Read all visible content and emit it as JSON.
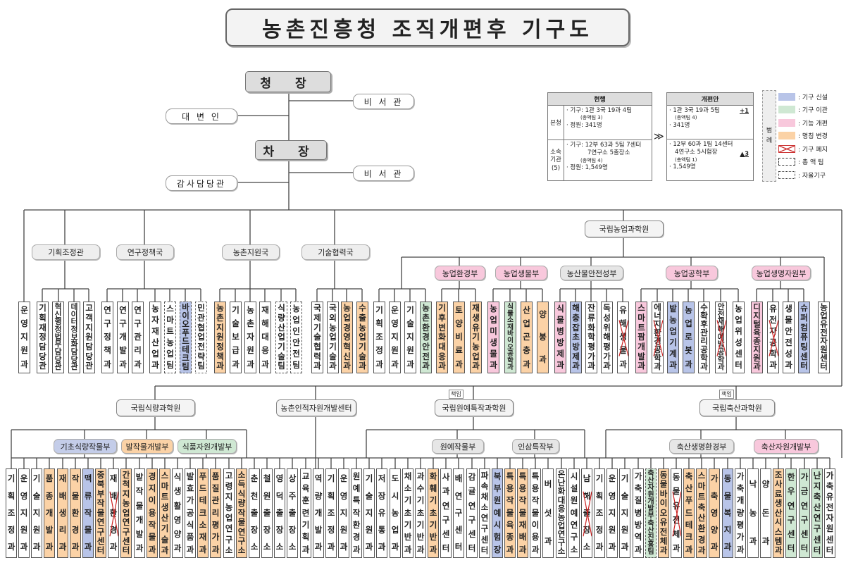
{
  "title": "농촌진흥청 조직개편후 기구도",
  "top": {
    "chief": "청 장",
    "deputy": "차 장",
    "spokes": "대 변 인",
    "sec1": "비 서 관",
    "sec2": "비 서 관",
    "audit": "감사담당관"
  },
  "summary": {
    "current_header": "현행",
    "plan_header": "개편안",
    "hq_label": "본청",
    "affil_label": "소속\n기관\n(5)",
    "cur_hq_1": "· 기구: 1관 3국 19과 4팀",
    "cur_hq_2": "(총액팀 3)",
    "cur_hq_3": "· 정원: 341명",
    "cur_af_1": "· 기구: 12부 63과 5팀 7센터",
    "cur_af_2": "7연구소 5출장소",
    "cur_af_3": "(총액팀 4)",
    "cur_af_4": "· 정원: 1,549명",
    "arrow": "≫",
    "plan_hq_1": "· 1관 3국 19과 5팀",
    "plan_hq_d": "+1",
    "plan_hq_2": "(총액팀 4)",
    "plan_hq_3": "· 341명",
    "plan_af_1": "· 12부 60과 1팀 14센터",
    "plan_af_2": "4연구소 5시험장",
    "plan_af_d": "▲3",
    "plan_af_3": "(총액팀 1)",
    "plan_af_4": "· 1,549명"
  },
  "legend": {
    "title": "범\n례",
    "items": [
      {
        "label": ": 기구 신설",
        "color": "#b8c4e8"
      },
      {
        "label": ": 기구 이관",
        "color": "#cfe8d3"
      },
      {
        "label": ": 기능 개편",
        "color": "#f8c8dc"
      },
      {
        "label": ": 명칭 변경",
        "color": "#fbd2a6"
      },
      {
        "label": ": 기구 폐지",
        "color": "cross"
      },
      {
        "label": ": 총 액 팀",
        "color": "dash"
      },
      {
        "label": ": 자율기구",
        "color": "dot"
      }
    ]
  },
  "hq_groups": {
    "plan": "기획조정관",
    "research": "연구정책국",
    "rural": "농촌지원국",
    "tech": "기술협력국",
    "nias": "국립농업과학원",
    "n_env": "농업환경부",
    "n_bio": "농업생물부",
    "n_safety": "농산물안전성부",
    "n_eng": "농업공학부",
    "n_res": "농업생명자원부"
  },
  "bottom_groups": {
    "food": "국립식량과학원",
    "hrd": "농촌인적자원개발센터",
    "hort": "국립원예특작과학원",
    "animal": "국립축산과학원",
    "f_basic": "기초식량작물부",
    "f_crop": "발작물개발부",
    "f_res": "식품자원개발부",
    "h_hort": "원예작물부",
    "h_gin": "인삼특작부",
    "a_env": "축산생명환경부",
    "a_dev": "축산자원개발부",
    "badge1": "책임",
    "badge2": "책임"
  },
  "top_units": [
    {
      "t": "운영지원과",
      "c": ""
    },
    {
      "t": "기획재정담당관",
      "c": ""
    },
    {
      "t": "혁신행정법무담당관",
      "c": ""
    },
    {
      "t": "데이터정보화담당관",
      "c": ""
    },
    {
      "t": "고객지원담당관",
      "c": ""
    },
    {
      "t": "연구정책과",
      "c": ""
    },
    {
      "t": "연구개발과",
      "c": ""
    },
    {
      "t": "연구관리과",
      "c": ""
    },
    {
      "t": "농자재산업과",
      "c": ""
    },
    {
      "t": "스마트농업팀",
      "c": "dash"
    },
    {
      "t": "바이오푸드테크팀",
      "c": "blue dash"
    },
    {
      "t": "민관협업전략팀",
      "c": "dot"
    },
    {
      "t": "농촌지원정책과",
      "c": "orange"
    },
    {
      "t": "기술보급과",
      "c": ""
    },
    {
      "t": "농촌자원과",
      "c": ""
    },
    {
      "t": "재해대응과",
      "c": ""
    },
    {
      "t": "식량산업기술팀",
      "c": "dash"
    },
    {
      "t": "농업인안전팀",
      "c": "dash"
    },
    {
      "t": "국제기술협력과",
      "c": ""
    },
    {
      "t": "국외농업기술과",
      "c": ""
    },
    {
      "t": "농업경영혁신과",
      "c": "orange"
    },
    {
      "t": "수출농업기술과",
      "c": "orange"
    },
    {
      "t": "기획조정과",
      "c": ""
    },
    {
      "t": "운영지원과",
      "c": ""
    },
    {
      "t": "기술지원과",
      "c": ""
    },
    {
      "t": "농촌환경안전과",
      "c": "green"
    },
    {
      "t": "기후변화대응과",
      "c": "orange"
    },
    {
      "t": "토양비료과",
      "c": "orange"
    },
    {
      "t": "재생유기농업과",
      "c": "orange"
    },
    {
      "t": "농업미생물과",
      "c": "pink"
    },
    {
      "t": "식물소재바이오공학과",
      "c": "green"
    },
    {
      "t": "산업곤충과",
      "c": "orange"
    },
    {
      "t": "양봉과",
      "c": "orange"
    },
    {
      "t": "식물병방제과",
      "c": "pink"
    },
    {
      "t": "해충잡초방제과",
      "c": "blue"
    },
    {
      "t": "잔류화학평가과",
      "c": ""
    },
    {
      "t": "독성위해평가과",
      "c": ""
    },
    {
      "t": "유해생물과",
      "c": "x"
    },
    {
      "t": "스마트팜개발과",
      "c": "pink"
    },
    {
      "t": "에너지환경공학과",
      "c": "x"
    },
    {
      "t": "밭농업기계과",
      "c": "blue"
    },
    {
      "t": "농업로봇과",
      "c": "blue"
    },
    {
      "t": "수확후관리공학과",
      "c": ""
    },
    {
      "t": "안전재해예방공학과",
      "c": "x"
    },
    {
      "t": "농업위성센터",
      "c": ""
    },
    {
      "t": "디지털육종지원과",
      "c": "pink"
    },
    {
      "t": "유전자공학과",
      "c": "x"
    },
    {
      "t": "생물안전성과",
      "c": ""
    },
    {
      "t": "슈퍼컴퓨팅센터",
      "c": "blue"
    },
    {
      "t": "농업유전자원센터",
      "c": ""
    }
  ],
  "bottom_units": [
    {
      "t": "기획조정과",
      "c": ""
    },
    {
      "t": "운영지원과",
      "c": ""
    },
    {
      "t": "기술지원과",
      "c": ""
    },
    {
      "t": "품종개발과",
      "c": "orange"
    },
    {
      "t": "재배생리과",
      "c": "orange"
    },
    {
      "t": "작물환경과",
      "c": "orange"
    },
    {
      "t": "맥류작물과",
      "c": "blue"
    },
    {
      "t": "중북부작물연구센터",
      "c": "orange"
    },
    {
      "t": "재배환경과",
      "c": "x"
    },
    {
      "t": "간척지농업연구센터",
      "c": "orange"
    },
    {
      "t": "밭작물개발과",
      "c": ""
    },
    {
      "t": "경지이용작물과",
      "c": "orange"
    },
    {
      "t": "스마트생산기술과",
      "c": "orange"
    },
    {
      "t": "식생활영양과",
      "c": ""
    },
    {
      "t": "발효가공식품과",
      "c": ""
    },
    {
      "t": "푸드테크소재과",
      "c": "orange"
    },
    {
      "t": "품질관리평가과",
      "c": "orange"
    },
    {
      "t": "고령지농업연구소",
      "c": ""
    },
    {
      "t": "소득식량작물연구소",
      "c": "orange"
    },
    {
      "t": "춘천출장소",
      "c": ""
    },
    {
      "t": "철원출장소",
      "c": ""
    },
    {
      "t": "영덕출장소",
      "c": ""
    },
    {
      "t": "상주출장소",
      "c": ""
    },
    {
      "t": "교육훈련기획과",
      "c": ""
    },
    {
      "t": "역량개발과",
      "c": ""
    },
    {
      "t": "기획조정과",
      "c": ""
    },
    {
      "t": "운영지원과",
      "c": ""
    },
    {
      "t": "원예특작환경과",
      "c": ""
    },
    {
      "t": "기술지원과",
      "c": ""
    },
    {
      "t": "저장유통과",
      "c": ""
    },
    {
      "t": "도시농업과",
      "c": ""
    },
    {
      "t": "채소기초기반과",
      "c": ""
    },
    {
      "t": "과수기초기반과",
      "c": ""
    },
    {
      "t": "화훼기초기반과",
      "c": "orange"
    },
    {
      "t": "사과연구센터",
      "c": ""
    },
    {
      "t": "배연구센터",
      "c": ""
    },
    {
      "t": "감귤연구센터",
      "c": ""
    },
    {
      "t": "파속채소연구센터",
      "c": ""
    },
    {
      "t": "북부원예시험장",
      "c": "blue"
    },
    {
      "t": "특용작물육종과",
      "c": "orange"
    },
    {
      "t": "특용작물재배과",
      "c": "orange"
    },
    {
      "t": "특용작물이용과",
      "c": ""
    },
    {
      "t": "버섯과",
      "c": ""
    },
    {
      "t": "온난화대응농업연구소",
      "c": ""
    },
    {
      "t": "시설원예연구소",
      "c": ""
    },
    {
      "t": "남해출장소",
      "c": "x"
    },
    {
      "t": "기획조정과",
      "c": ""
    },
    {
      "t": "운영지원과",
      "c": ""
    },
    {
      "t": "기술지원과",
      "c": ""
    },
    {
      "t": "가축질병방역과",
      "c": ""
    },
    {
      "t": "축산자원개발부축산진흥팀",
      "c": "green dash"
    },
    {
      "t": "동물바이오유전체과",
      "c": "orange"
    },
    {
      "t": "동물유전체과",
      "c": "x"
    },
    {
      "t": "축산푸드테크과",
      "c": "orange"
    },
    {
      "t": "스마트축산환경과",
      "c": "orange"
    },
    {
      "t": "가축영양과",
      "c": "orange"
    },
    {
      "t": "동물복지과",
      "c": "blue"
    },
    {
      "t": "가축개량평가과",
      "c": ""
    },
    {
      "t": "낙농과",
      "c": ""
    },
    {
      "t": "양돈과",
      "c": ""
    },
    {
      "t": "조사료생산시스템과",
      "c": "orange"
    },
    {
      "t": "한우연구센터",
      "c": "green"
    },
    {
      "t": "가금연구센터",
      "c": "green"
    },
    {
      "t": "난지축산연구센터",
      "c": "green"
    },
    {
      "t": "가축유전자원센터",
      "c": ""
    }
  ]
}
